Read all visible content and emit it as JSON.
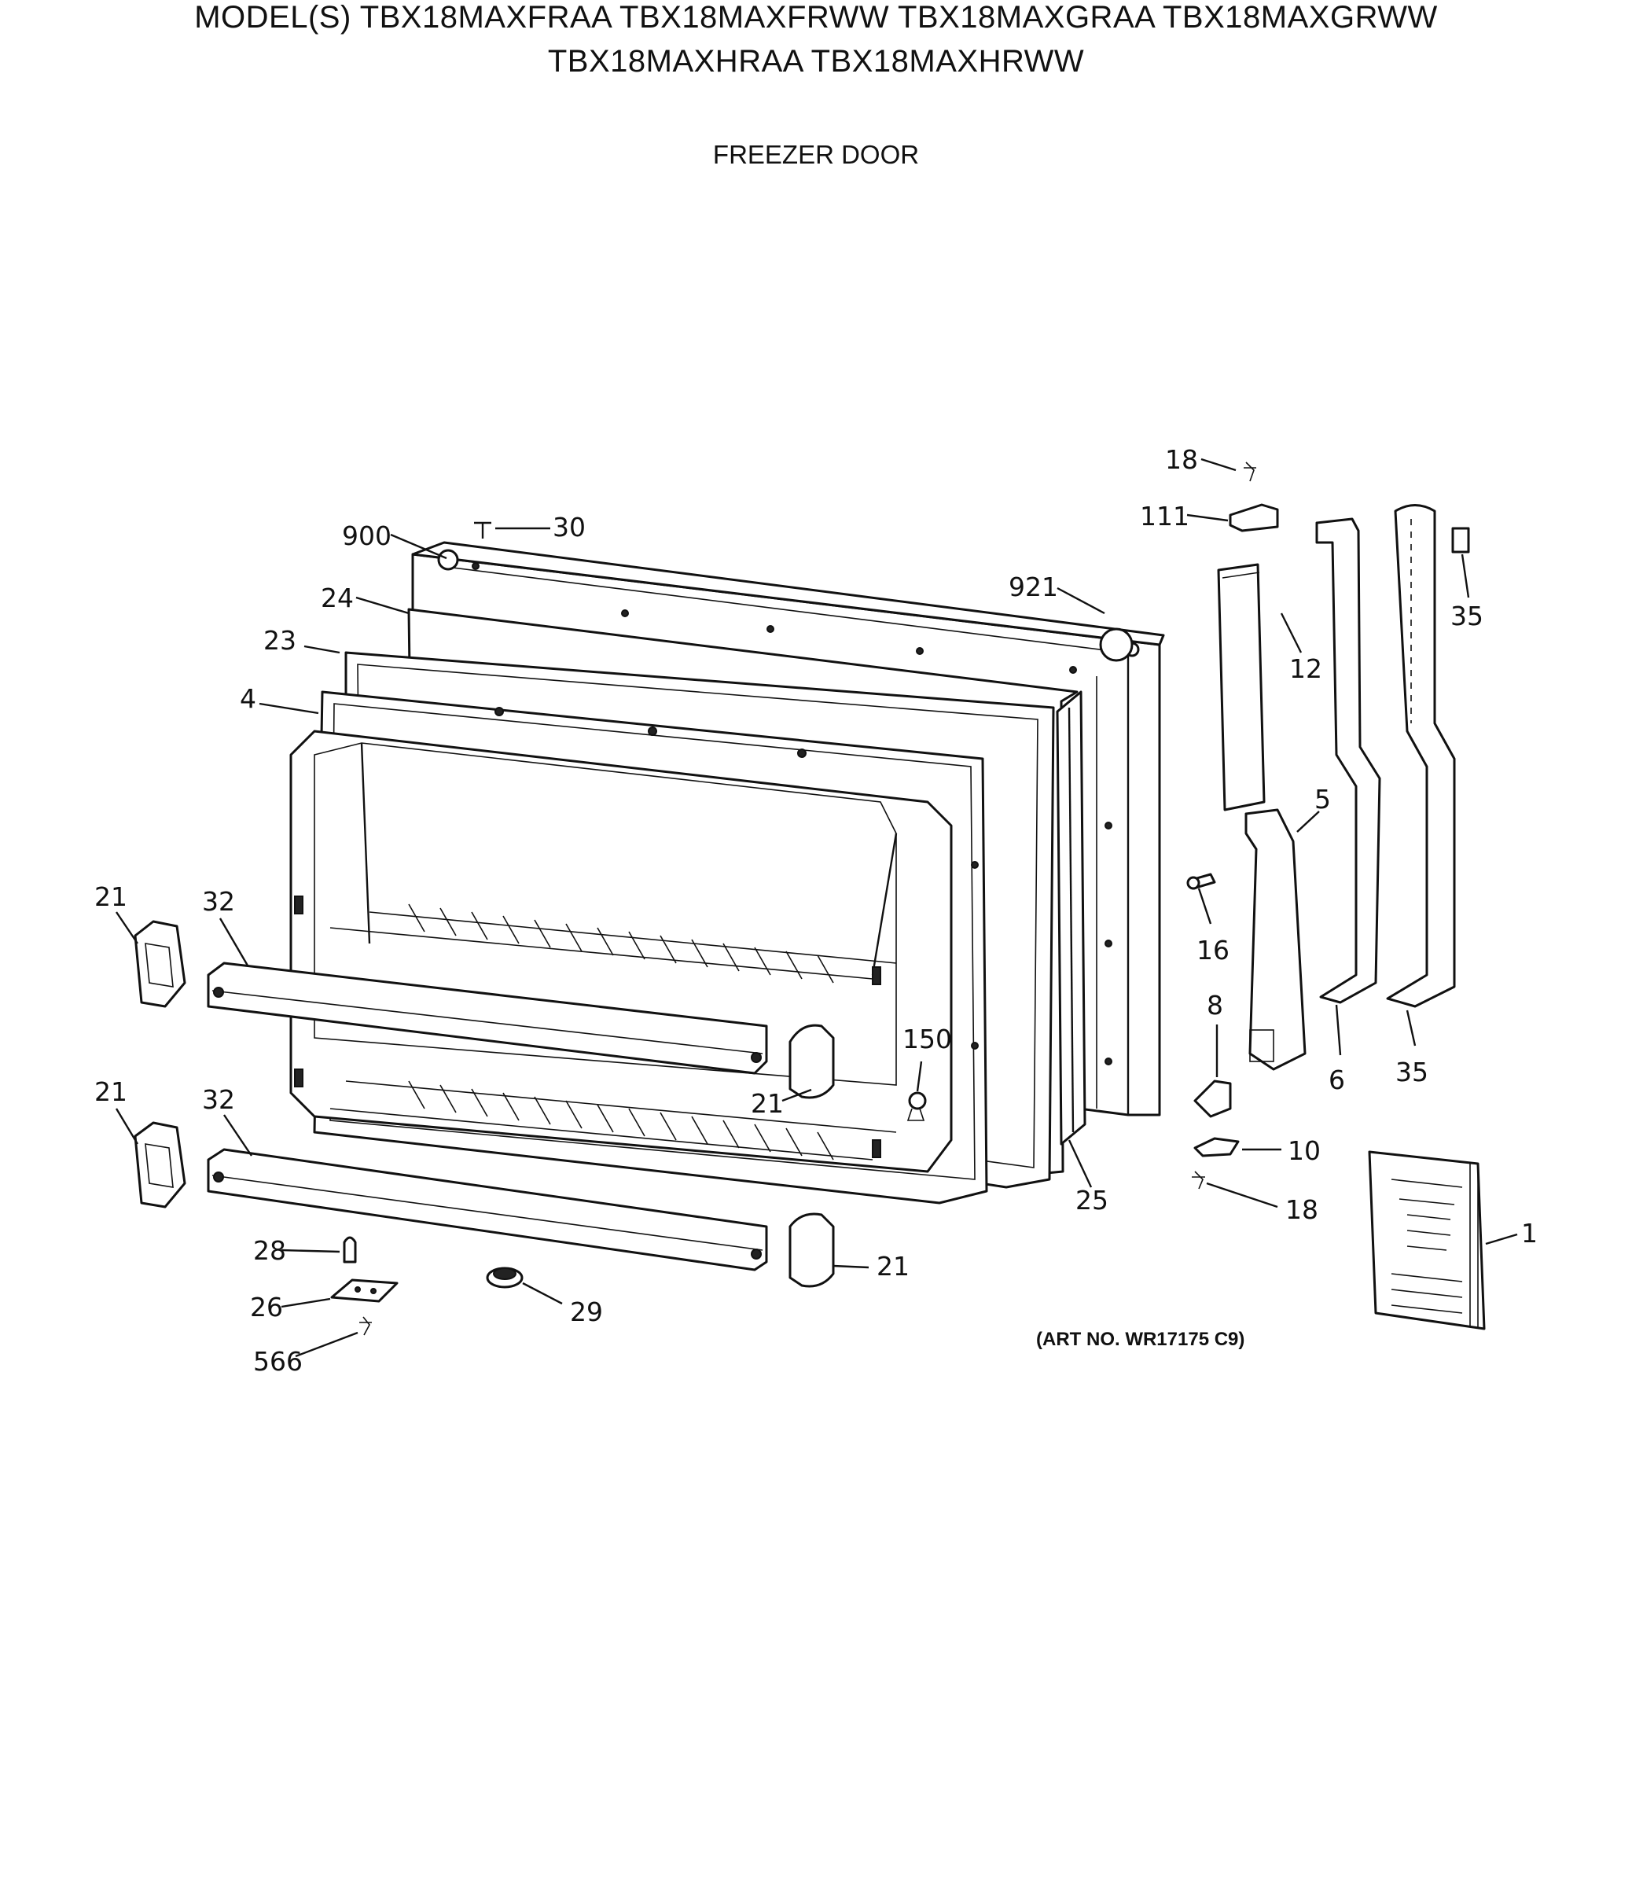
{
  "header": {
    "model_line_1": "MODEL(S) TBX18MAXFRAA  TBX18MAXFRWW  TBX18MAXGRAA  TBX18MAXGRWW",
    "model_line_2": "TBX18MAXHRAA  TBX18MAXHRWW",
    "section_title": "FREEZER DOOR"
  },
  "art_number": "(ART NO. WR17175 C9)",
  "callouts": {
    "c18a": "18",
    "c111": "111",
    "c35a": "35",
    "c900": "900",
    "c30": "30",
    "c921": "921",
    "c24": "24",
    "c12": "12",
    "c23": "23",
    "c4": "4",
    "c5": "5",
    "c21a": "21",
    "c32a": "32",
    "c16": "16",
    "c8": "8",
    "c150": "150",
    "c6": "6",
    "c35b": "35",
    "c21b": "21",
    "c21c": "21",
    "c32b": "32",
    "c10": "10",
    "c25": "25",
    "c18b": "18",
    "c1": "1",
    "c28": "28",
    "c21d": "21",
    "c26": "26",
    "c29": "29",
    "c566": "566"
  }
}
